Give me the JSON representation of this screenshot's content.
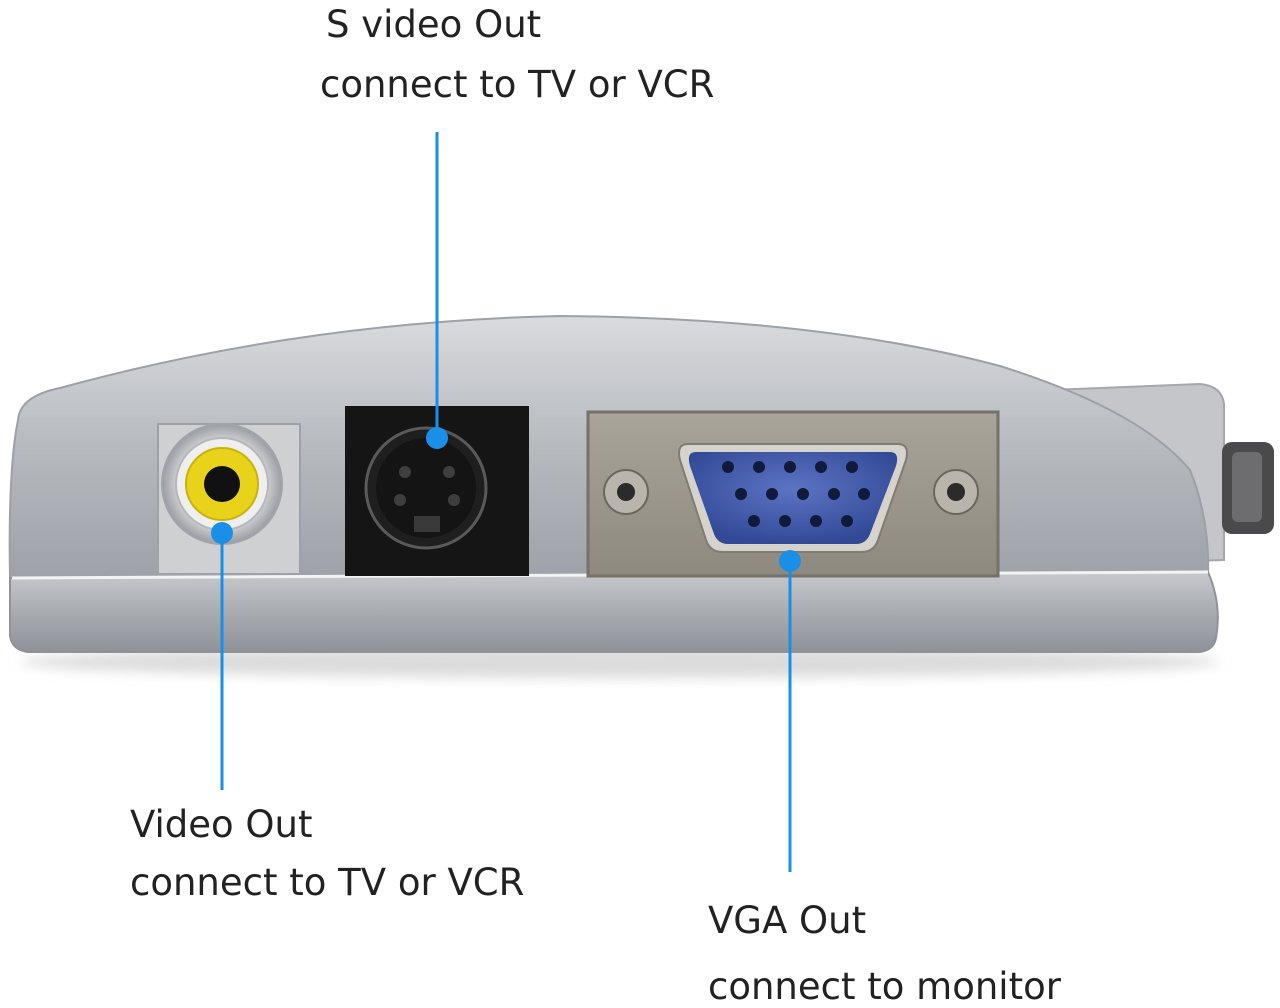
{
  "callouts": {
    "svideo": {
      "title": "S video Out",
      "desc": "connect to TV or VCR"
    },
    "video": {
      "title": "Video Out",
      "desc": "connect to TV or VCR"
    },
    "vga": {
      "title": "VGA Out",
      "desc": "connect to monitor"
    }
  },
  "colors": {
    "leader": "#1a8fe8",
    "housing": "#b9bcc1",
    "rca_yellow": "#e8d21a",
    "vga_blue": "#3c56a8"
  }
}
